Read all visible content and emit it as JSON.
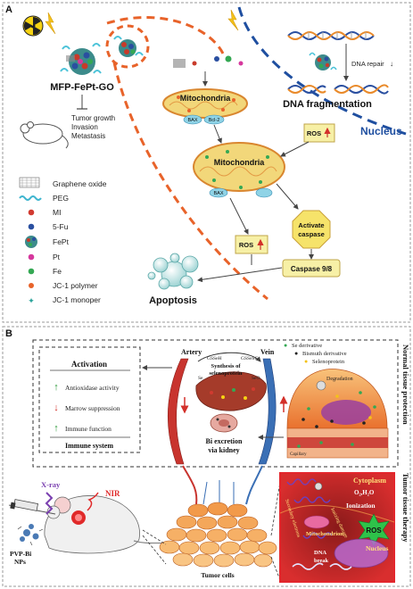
{
  "panel_a": {
    "label": "A",
    "nanoparticle_label": "MFP-FePt-GO",
    "inhibition_lines": [
      "Tumor growth",
      "Invasion",
      "Metastasis"
    ],
    "mitochondria_label": "Mitochondria",
    "bax_label": "BAX",
    "bcl2_label": "Bcl-2",
    "ros_label": "ROS",
    "activate_caspase_lines": [
      "Activate",
      "caspase"
    ],
    "caspase_label": "Caspase 9/8",
    "apoptosis_label": "Apoptosis",
    "dna_repair_label": "DNA repair",
    "dna_fragmentation_label": "DNA fragmentation",
    "nucleus_label": "Nucleus",
    "legend": [
      {
        "label": "Graphene oxide",
        "icon": "graphene-icon"
      },
      {
        "label": "PEG",
        "icon": "peg-wave-icon"
      },
      {
        "label": "MI",
        "icon": "red-dot-icon"
      },
      {
        "label": "5-Fu",
        "icon": "blue-dot-icon"
      },
      {
        "label": "FePt",
        "icon": "fept-cluster-icon"
      },
      {
        "label": "Pt",
        "icon": "magenta-dot-icon"
      },
      {
        "label": "Fe",
        "icon": "green-dot-icon"
      },
      {
        "label": "JC-1 polymer",
        "icon": "orange-dot-icon"
      },
      {
        "label": "JC-1 monoper",
        "icon": "teal-star-icon"
      }
    ],
    "colors": {
      "membrane": "#e8632a",
      "nucleus": "#1f4fa0",
      "mito_fill": "#f2d77a",
      "box_fill": "#f7f0a6"
    }
  },
  "panel_b": {
    "label": "B",
    "artery_label": "Artery",
    "vein_label": "Vein",
    "gssh_label": "GSSeH",
    "gssesg_label": "GSSeSG",
    "synthesis_lines": [
      "Synthesis of",
      "selenoprotein"
    ],
    "se_label": "Se",
    "so_label": "SeO",
    "legend": [
      "Se derivative",
      "Bismuth derivative",
      "Selenoprotein"
    ],
    "degradation_label": "Degradation",
    "capillary_label": "Capillary",
    "activation_label": "Activation",
    "effects": [
      {
        "label": "Antioxidase activity",
        "direction": "up"
      },
      {
        "label": "Marrow suppression",
        "direction": "down"
      },
      {
        "label": "Immune function",
        "direction": "up"
      }
    ],
    "immune_label": "Immune system",
    "excretion_lines": [
      "Bi excretion",
      "via kidney"
    ],
    "normal_label": "Normal tissue protection",
    "tumor_therapy_label": "Tumor tissue therapy",
    "xray_label": "X-ray",
    "nir_label": "NIR",
    "np_line1": "PVP-Bi",
    "np_line2": "NPs",
    "tumor_cells_label": "Tumor cells",
    "cytoplasm_label": "Cytoplasm",
    "water_label": "O₂,H₂O",
    "ionization_label": "Ionization",
    "ros_label": "ROS",
    "mitochondrion_label": "Mitochondrion",
    "nucleus_label": "Nucleus",
    "dna_break_lines": [
      "DNA",
      "break"
    ],
    "electrons_label": "Secondary electrons",
    "damage_label": "Ionizing damage",
    "colors": {
      "dashed_box": "#333333",
      "tumor_box": "#e3262c",
      "artery": "#c8342e",
      "vein": "#3a6fb5"
    }
  }
}
